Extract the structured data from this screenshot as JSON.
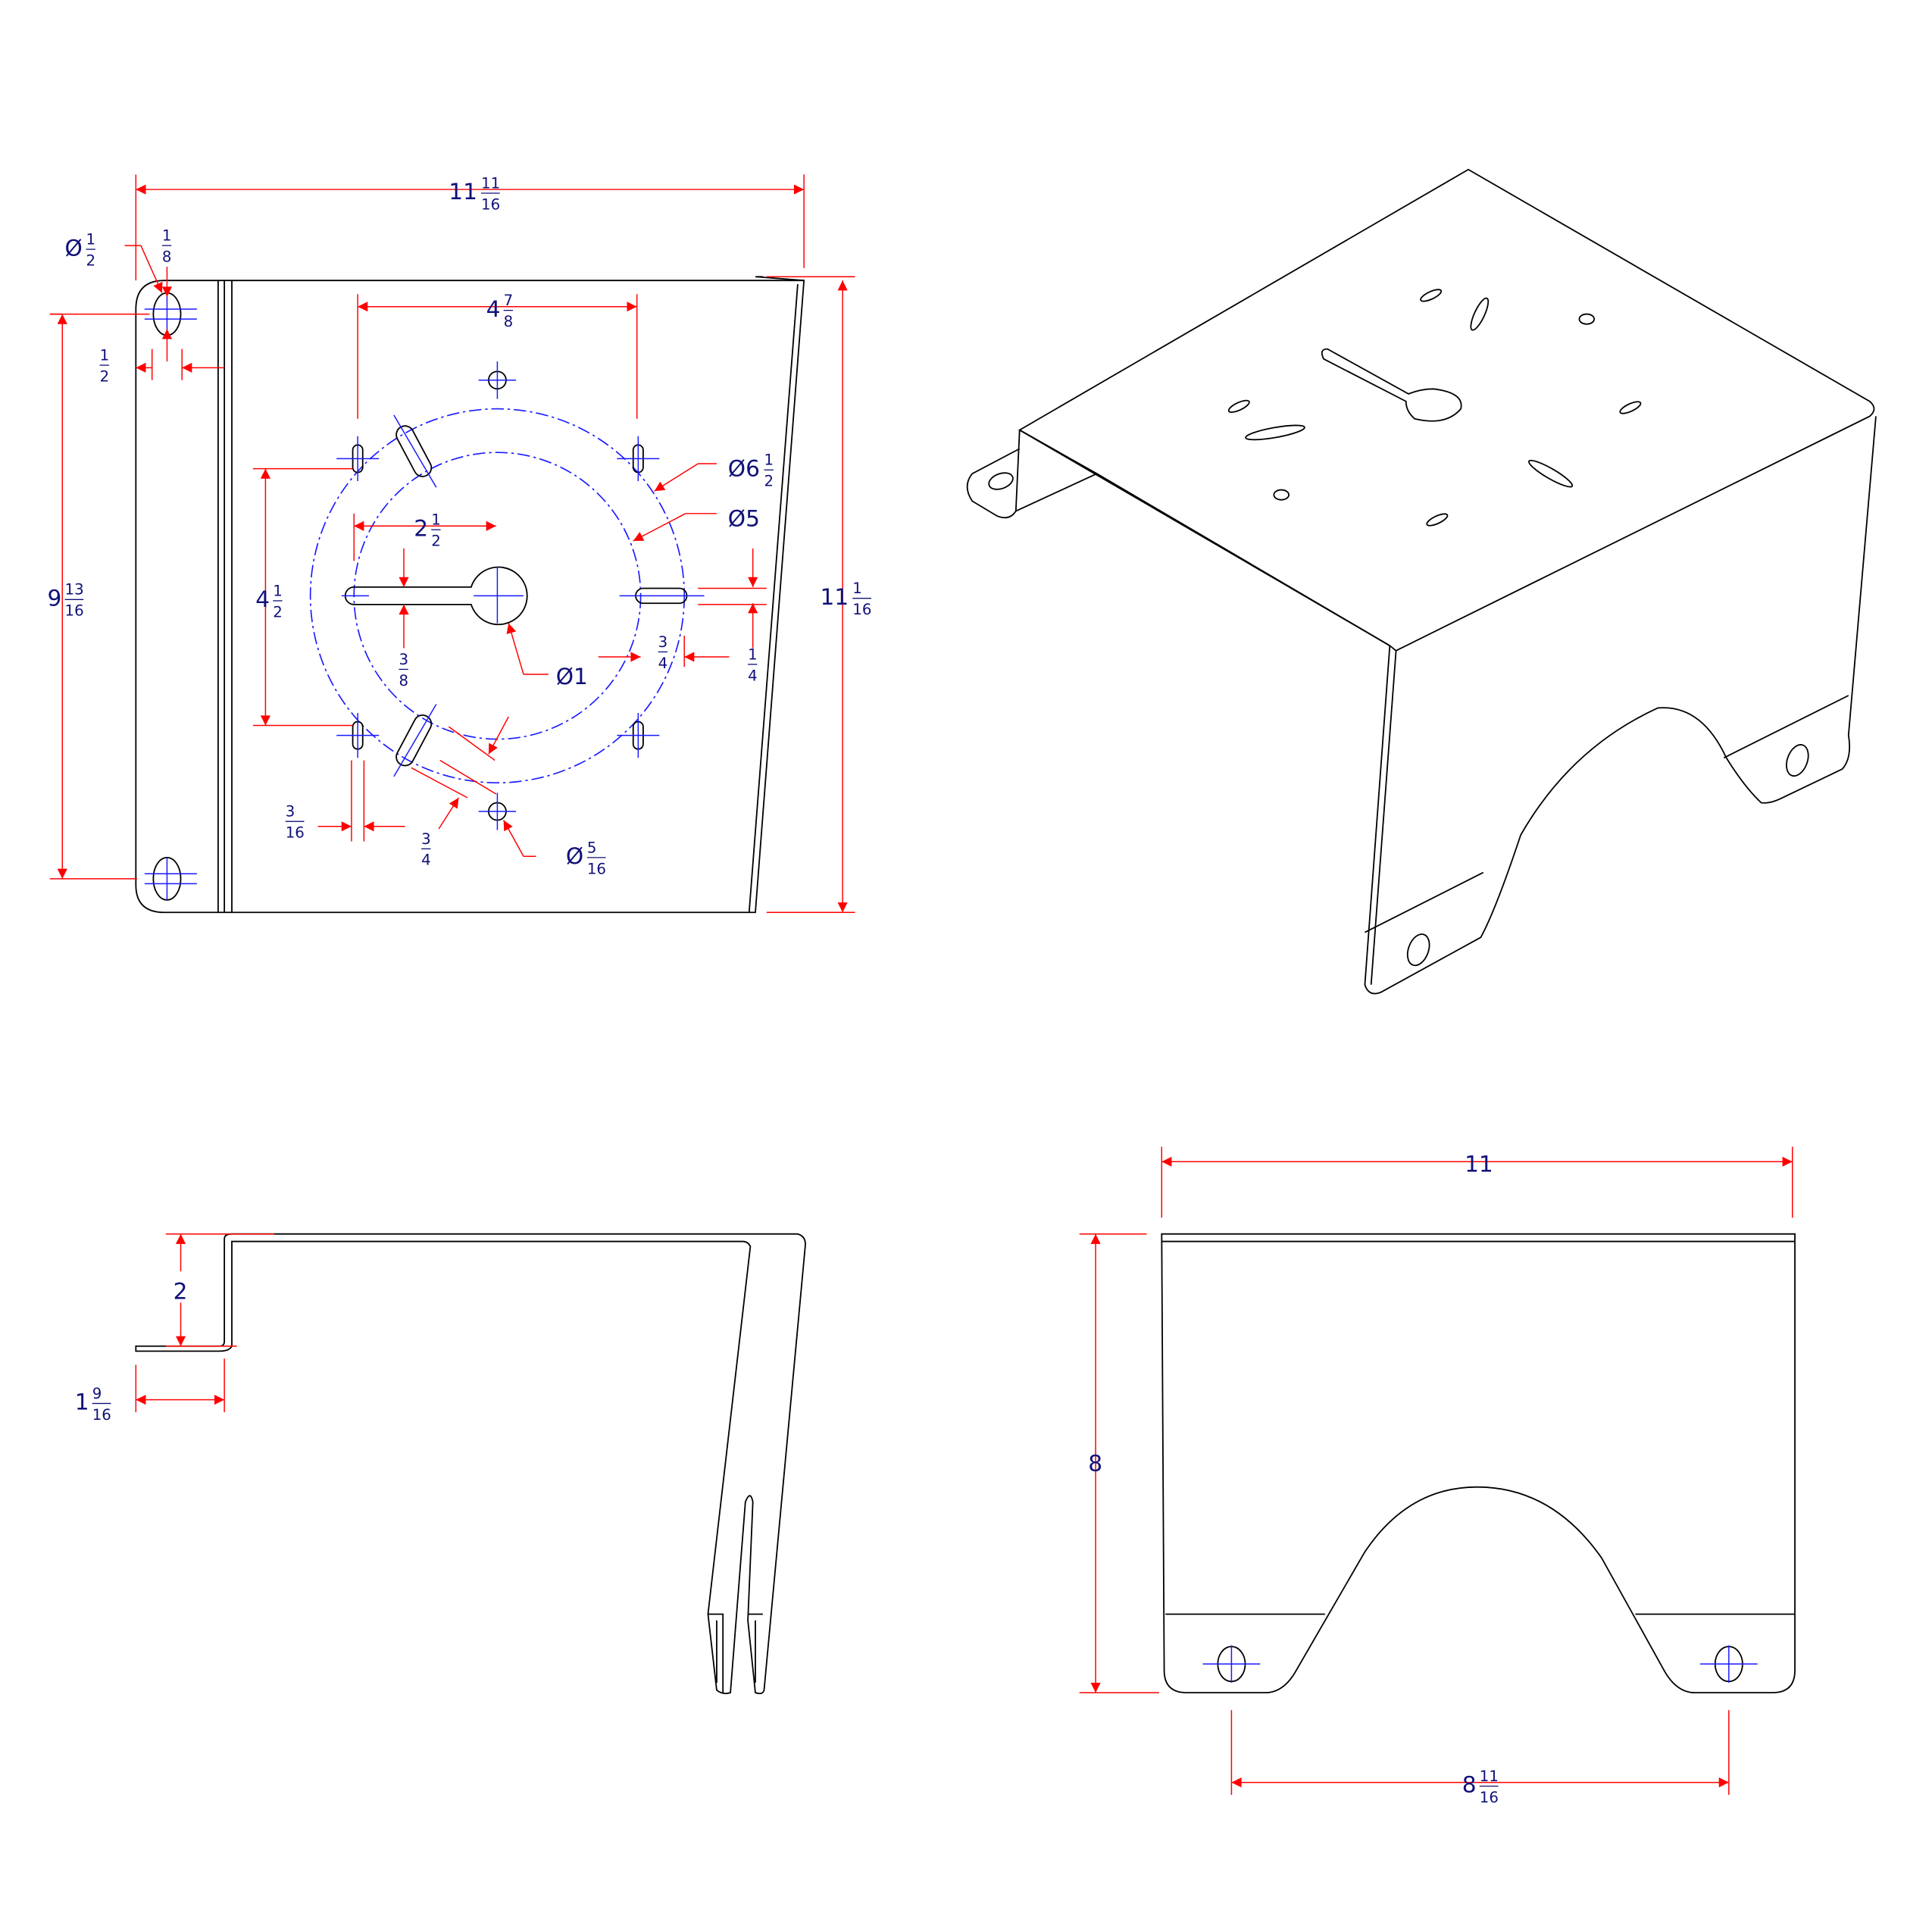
{
  "colors": {
    "part": "#000000",
    "dimension": "#ff0000",
    "centerline": "#1a1aff",
    "text": "#10107a"
  },
  "flat_view": {
    "overall_width": {
      "whole": "11",
      "num": "11",
      "den": "16"
    },
    "hole_dia": {
      "prefix": "Ø",
      "whole": "",
      "num": "1",
      "den": "2"
    },
    "slot_extra": {
      "whole": "",
      "num": "1",
      "den": "8"
    },
    "edge_offset": {
      "whole": "",
      "num": "1",
      "den": "2"
    },
    "hole_spacing": {
      "whole": "9",
      "num": "13",
      "den": "16"
    },
    "pattern_width": {
      "whole": "4",
      "num": "7",
      "den": "8"
    },
    "circle_outer": {
      "prefix": "Ø",
      "whole": "6",
      "num": "1",
      "den": "2"
    },
    "circle_inner": {
      "prefix": "Ø",
      "whole": "5",
      "num": "",
      "den": ""
    },
    "keyhole_length": {
      "whole": "2",
      "num": "1",
      "den": "2"
    },
    "pattern_height": {
      "whole": "4",
      "num": "1",
      "den": "2"
    },
    "overall_height": {
      "whole": "11",
      "num": "1",
      "den": "16"
    },
    "keyhole_dia": {
      "prefix": "Ø",
      "whole": "1",
      "num": "",
      "den": ""
    },
    "keyhole_width": {
      "whole": "",
      "num": "3",
      "den": "8"
    },
    "slot_length": {
      "whole": "",
      "num": "3",
      "den": "4"
    },
    "slot_width": {
      "whole": "",
      "num": "1",
      "den": "4"
    },
    "small_slot_width": {
      "whole": "",
      "num": "3",
      "den": "16"
    },
    "angled_slot_length": {
      "whole": "",
      "num": "3",
      "den": "4"
    },
    "small_hole_dia": {
      "prefix": "Ø",
      "whole": "",
      "num": "5",
      "den": "16"
    }
  },
  "side_view": {
    "flange_height": {
      "whole": "2",
      "num": "",
      "den": ""
    },
    "flange_length": {
      "whole": "1",
      "num": "9",
      "den": "16"
    }
  },
  "front_view": {
    "width": {
      "whole": "11",
      "num": "",
      "den": ""
    },
    "height": {
      "whole": "8",
      "num": "",
      "den": ""
    },
    "hole_spacing": {
      "whole": "8",
      "num": "11",
      "den": "16"
    }
  }
}
